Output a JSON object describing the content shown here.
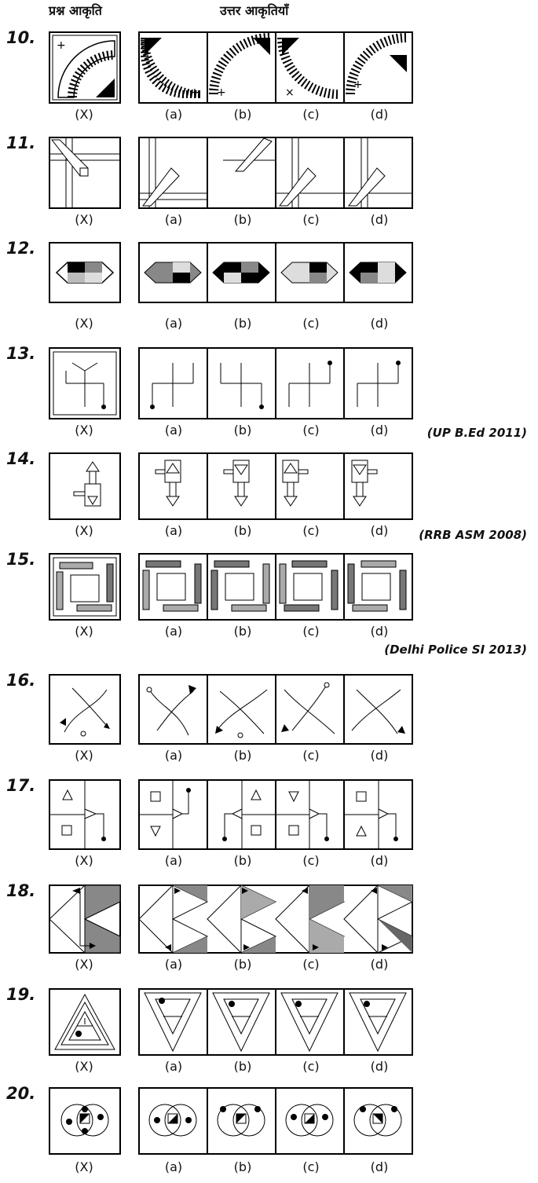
{
  "header": {
    "question_figures": "प्रश्न आकृति",
    "answer_figures": "उत्तर आकृतियाँ"
  },
  "questions": [
    {
      "num": "10.",
      "labels": [
        "(X)",
        "(a)",
        "(b)",
        "(c)",
        "(d)"
      ],
      "source": ""
    },
    {
      "num": "11.",
      "labels": [
        "(X)",
        "(a)",
        "(b)",
        "(c)",
        "(d)"
      ],
      "source": ""
    },
    {
      "num": "12.",
      "labels": [
        "(X)",
        "(a)",
        "(b)",
        "(c)",
        "(d)"
      ],
      "source": ""
    },
    {
      "num": "13.",
      "labels": [
        "(X)",
        "(a)",
        "(b)",
        "(c)",
        "(d)"
      ],
      "source": "(UP B.Ed 2011)"
    },
    {
      "num": "14.",
      "labels": [
        "(X)",
        "(a)",
        "(b)",
        "(c)",
        "(d)"
      ],
      "source": "(RRB ASM 2008)"
    },
    {
      "num": "15.",
      "labels": [
        "(X)",
        "(a)",
        "(b)",
        "(c)",
        "(d)"
      ],
      "source": "(Delhi Police SI 2013)"
    },
    {
      "num": "16.",
      "labels": [
        "(X)",
        "(a)",
        "(b)",
        "(c)",
        "(d)"
      ],
      "source": ""
    },
    {
      "num": "17.",
      "labels": [
        "(X)",
        "(a)",
        "(b)",
        "(c)",
        "(d)"
      ],
      "source": ""
    },
    {
      "num": "18.",
      "labels": [
        "(X)",
        "(a)",
        "(b)",
        "(c)",
        "(d)"
      ],
      "source": ""
    },
    {
      "num": "19.",
      "labels": [
        "(X)",
        "(a)",
        "(b)",
        "(c)",
        "(d)"
      ],
      "source": ""
    },
    {
      "num": "20.",
      "labels": [
        "(X)",
        "(a)",
        "(b)",
        "(c)",
        "(d)"
      ],
      "source": ""
    }
  ]
}
